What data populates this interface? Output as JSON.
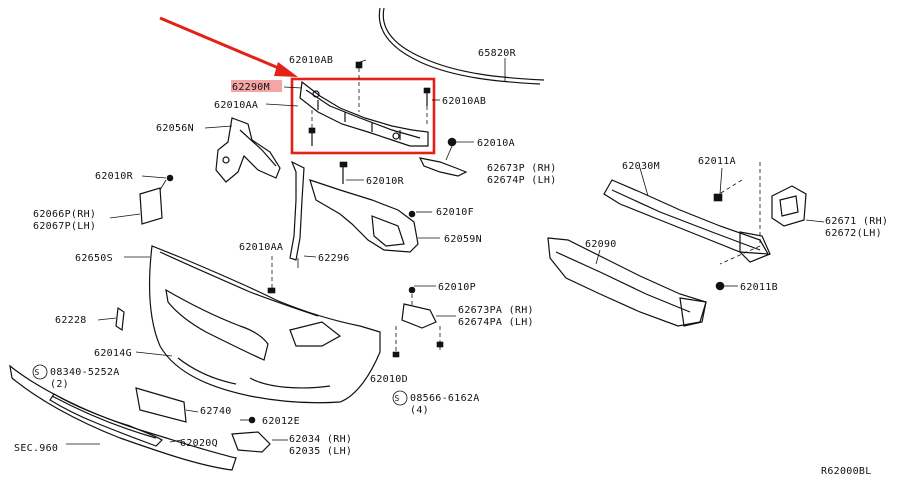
{
  "labels": {
    "p62010AB_top": "62010AB",
    "p65820R": "65820R",
    "p62290M": "62290M",
    "p62010AB_right": "62010AB",
    "p62010AA_top": "62010AA",
    "p62056N": "62056N",
    "p62010A": "62010A",
    "p62673P": "62673P (RH)",
    "p62674P": "62674P (LH)",
    "p62030M": "62030M",
    "p62011A": "62011A",
    "p62010R_left": "62010R",
    "p62010R_mid": "62010R",
    "p62010F": "62010F",
    "p62066P": "62066P(RH)",
    "p62067P": "62067P(LH)",
    "p62671": "62671 (RH)",
    "p62672": "62672(LH)",
    "p62059N": "62059N",
    "p62090": "62090",
    "p62010AA_mid": "62010AA",
    "p62650S": "62650S",
    "p62296": "62296",
    "p62011B": "62011B",
    "p62010P": "62010P",
    "p62673PA": "62673PA (RH)",
    "p62674PA": "62674PA (LH)",
    "p62228": "62228",
    "p62014G": "62014G",
    "p08340_5252A": "08340-5252A",
    "p08340_qty": "(2)",
    "p62010D": "62010D",
    "p08566_6162A": "08566-6162A",
    "p08566_qty": "(4)",
    "p62740": "62740",
    "p62012E": "62012E",
    "p62034": "62034 (RH)",
    "p62035": "62035 (LH)",
    "p62020Q": "62020Q",
    "sec960": "SEC.960",
    "s_symbol_1": "S",
    "s_symbol_2": "S",
    "ref_code": "R62000BL"
  },
  "colors": {
    "line": "#111111",
    "highlight_box": "#e32119",
    "arrow": "#e32119",
    "label_highlight": "#f4a6a6"
  }
}
